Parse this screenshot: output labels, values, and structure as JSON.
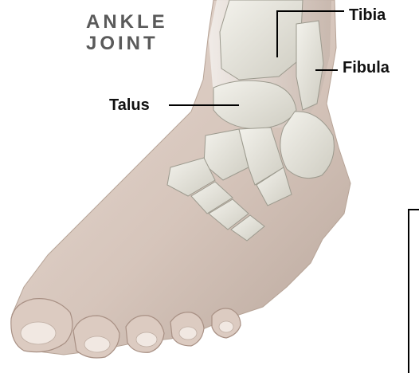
{
  "title": {
    "line1": "ANKLE",
    "line2": "JOINT"
  },
  "labels": {
    "tibia": "Tibia",
    "fibula": "Fibula",
    "talus": "Talus"
  },
  "colors": {
    "title": "#5a5a5a",
    "label_text": "#111111",
    "skin": "#d8c9c0",
    "bone": "#e8e7de",
    "leader_lines": "#000000"
  }
}
